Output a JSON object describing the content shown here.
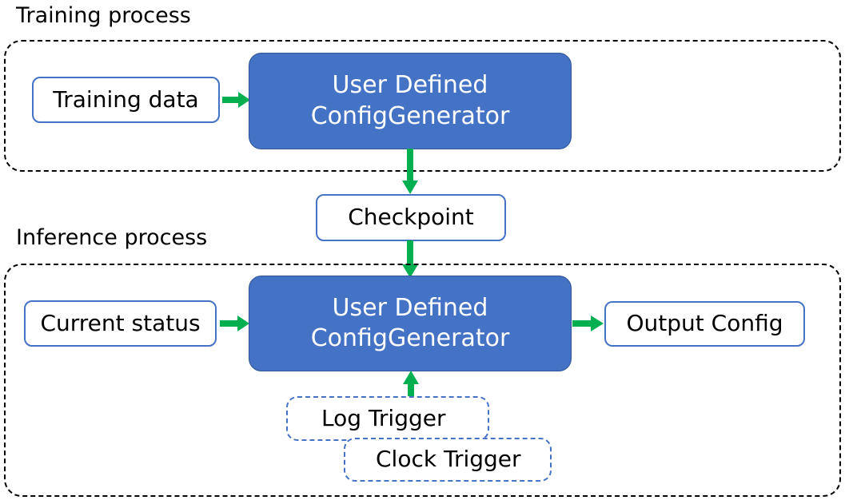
{
  "diagram": {
    "title_training": "Training process",
    "title_inference": "Inference process"
  },
  "training": {
    "input_label": "Training data",
    "process_line1": "User Defined",
    "process_line2": "ConfigGenerator"
  },
  "bridge": {
    "checkpoint_label": "Checkpoint"
  },
  "inference": {
    "input_label": "Current status",
    "process_line1": "User Defined",
    "process_line2": "ConfigGenerator",
    "output_label": "Output Config",
    "trigger_log": "Log Trigger",
    "trigger_clock": "Clock Trigger"
  },
  "colors": {
    "process_fill": "#4472C4",
    "process_stroke": "#2F5597",
    "node_stroke": "#4472C4",
    "arrow": "#00B050",
    "group_stroke": "#000000",
    "text_dark": "#000000",
    "text_light": "#FFFFFF"
  },
  "icons": {
    "arrow_right": "arrow-right-icon",
    "arrow_down": "arrow-down-icon",
    "arrow_up": "arrow-up-icon"
  }
}
